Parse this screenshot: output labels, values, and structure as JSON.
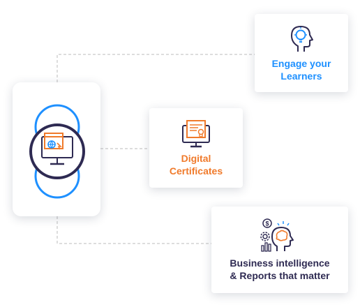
{
  "colors": {
    "blue": "#1e90ff",
    "orange": "#f07a2b",
    "navy": "#2e2a52",
    "connector": "#bbbbbb"
  },
  "hub": {
    "icon": "computer-globe-icon"
  },
  "cards": {
    "engage": {
      "title_line1": "Engage your",
      "title_line2": "Learners",
      "icon": "head-lightbulb-icon"
    },
    "certificates": {
      "title_line1": "Digital",
      "title_line2": "Certificates",
      "icon": "monitor-certificate-icon"
    },
    "reports": {
      "title_line1": "Business intelligence",
      "title_line2": "& Reports that matter",
      "icon": "head-analytics-icon"
    }
  }
}
